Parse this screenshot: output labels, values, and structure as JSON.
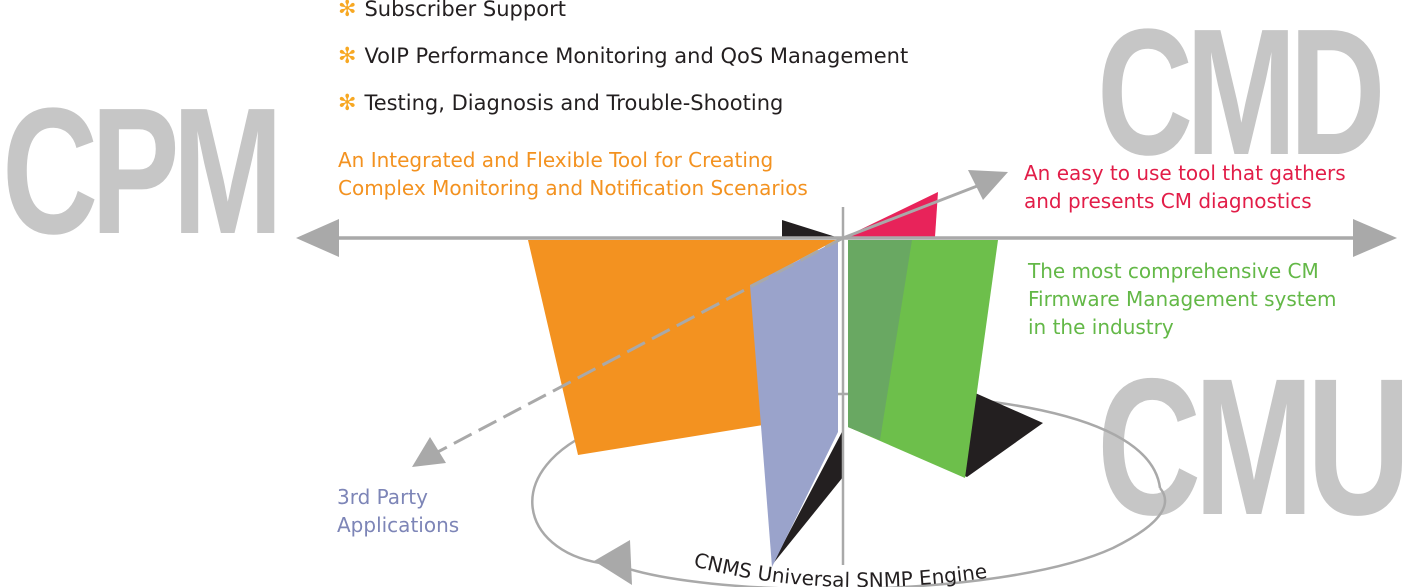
{
  "bullets": [
    {
      "icon": "asterisk-icon",
      "label": "Subscriber Support"
    },
    {
      "icon": "asterisk-icon",
      "label": "VoIP Performance Monitoring and QoS Management"
    },
    {
      "icon": "asterisk-icon",
      "label": "Testing, Diagnosis and Trouble-Shooting"
    }
  ],
  "products": {
    "cpm": {
      "name": "CPM",
      "description": [
        "An Integrated and Flexible Tool for Creating",
        "Complex Monitoring and Notification Scenarios"
      ]
    },
    "cmd": {
      "name": "CMD",
      "description": [
        "An easy to use tool that gathers",
        "and presents CM diagnostics"
      ]
    },
    "cmu": {
      "name": "CMU",
      "description": [
        "The most comprehensive CM",
        "Firmware Management system",
        "in the industry"
      ]
    }
  },
  "third_party": [
    "3rd Party",
    "Applications"
  ],
  "engine_label": "CNMS Universal SNMP Engine",
  "colors": {
    "orange": "#f39220",
    "blue": "#9aa3cb",
    "green": "#6dbf4b",
    "red": "#e8235a",
    "gray": "#c6c6c6",
    "axis": "#a9a9a9",
    "black": "#231f20"
  }
}
